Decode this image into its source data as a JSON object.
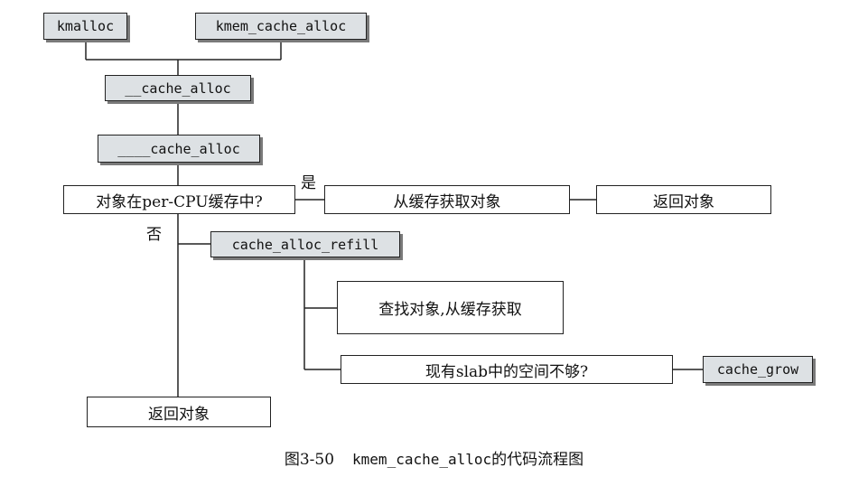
{
  "nodes": {
    "kmalloc": "kmalloc",
    "kmem_cache_alloc": "kmem_cache_alloc",
    "cache_alloc_2u": "__cache_alloc",
    "cache_alloc_4u": "____cache_alloc",
    "question_per_cpu": "对象在per-CPU缓存中?",
    "get_from_cache": "从缓存获取对象",
    "return_object_top": "返回对象",
    "cache_alloc_refill": "cache_alloc_refill",
    "find_object": "查找对象,从缓存获取",
    "question_slab_space": "现有slab中的空间不够?",
    "cache_grow": "cache_grow",
    "return_object_bottom": "返回对象"
  },
  "edge_labels": {
    "yes": "是",
    "no": "否"
  },
  "caption": {
    "figure_number": "图3-50",
    "function_name": "kmem_cache_alloc",
    "suffix": "的代码流程图"
  },
  "colors": {
    "code_box_fill": "#dde1e4",
    "code_box_shadow": "#7a7a7a",
    "line": "#222222"
  }
}
